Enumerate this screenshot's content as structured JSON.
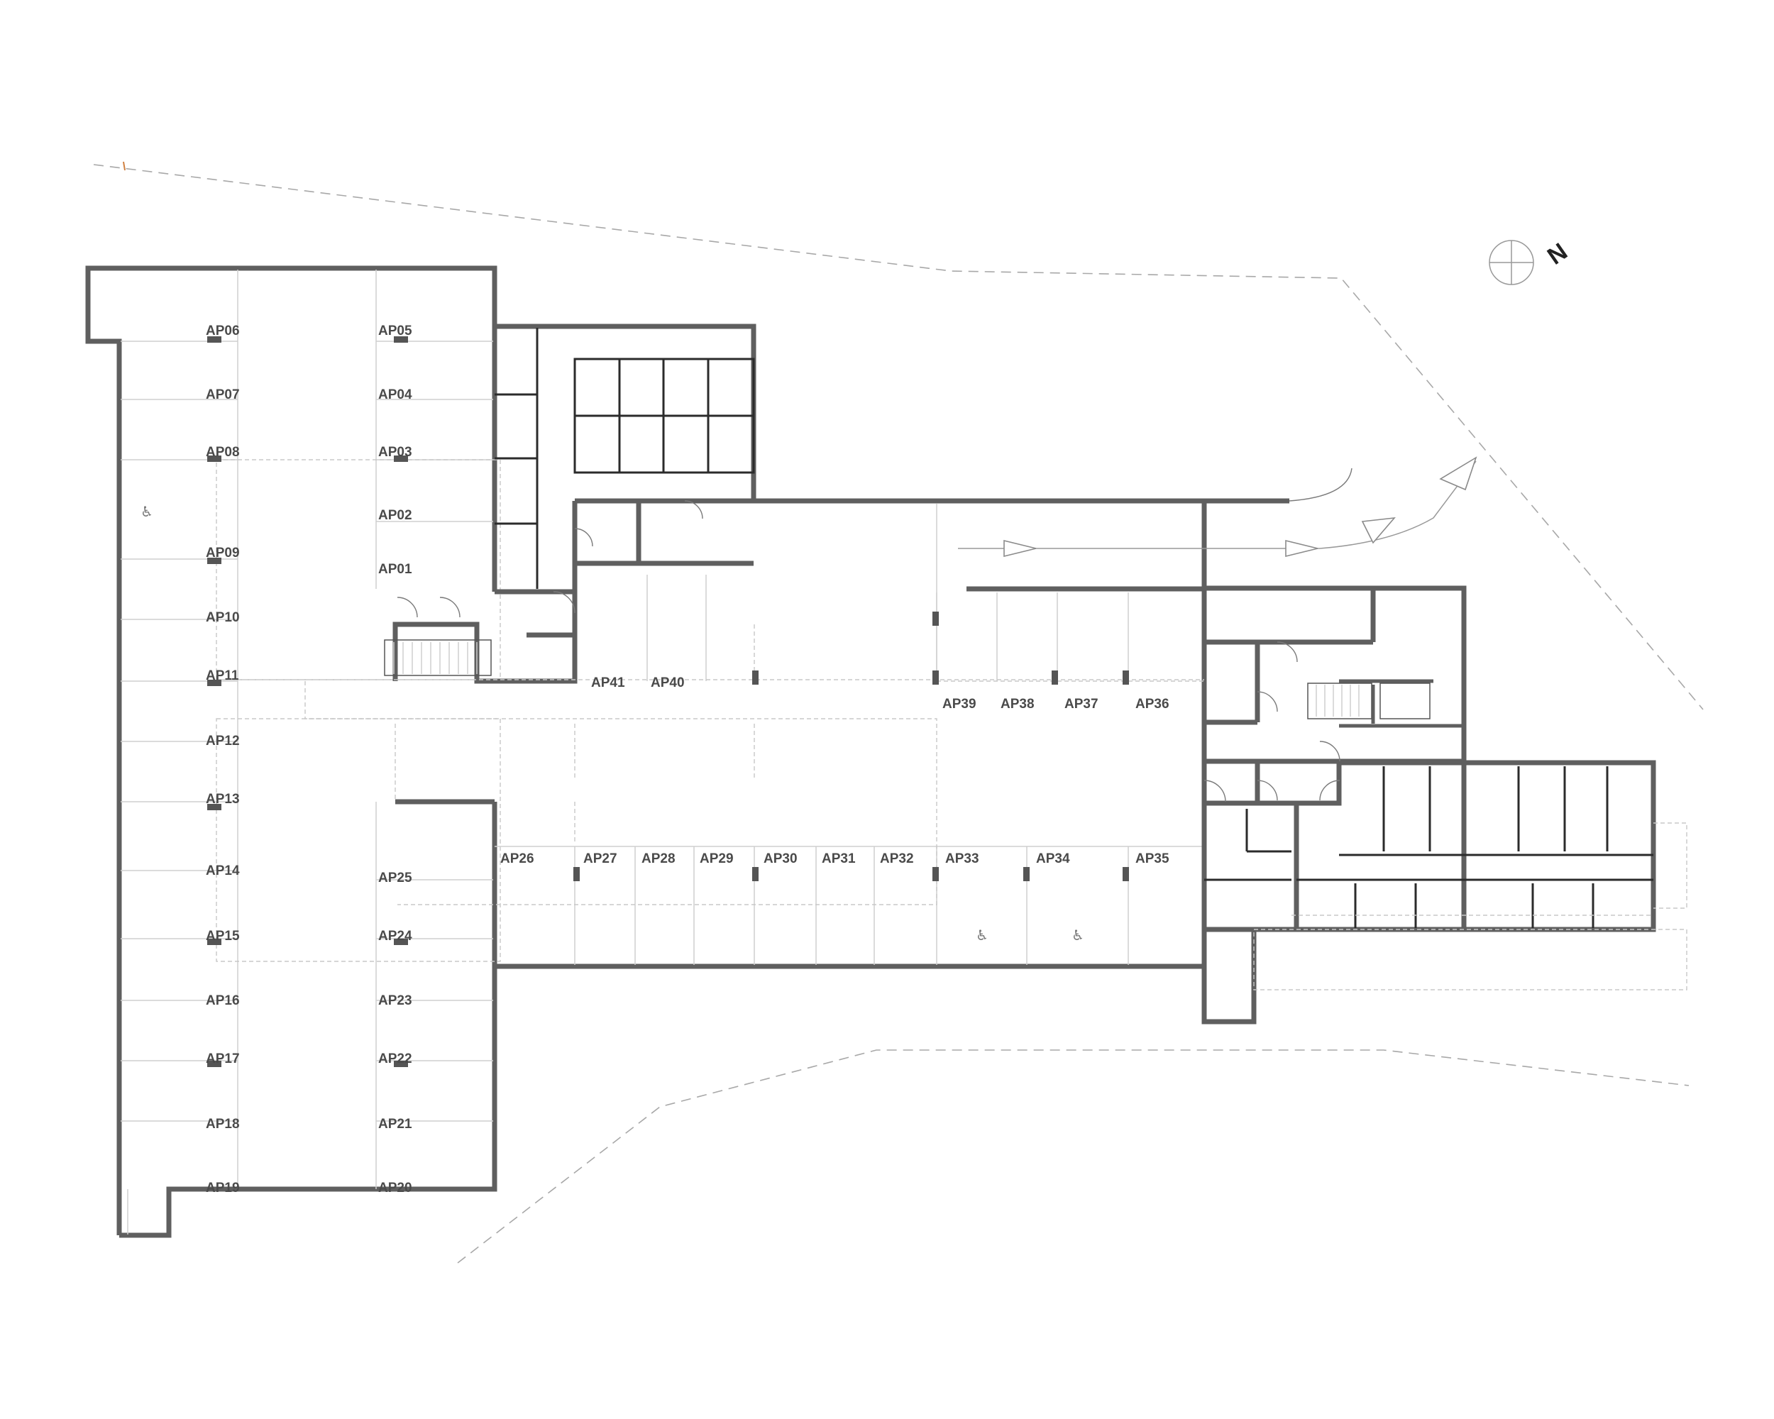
{
  "plan": {
    "north_label": "N",
    "accessible_symbol": "♿",
    "spaces": {
      "AP01": "AP01",
      "AP02": "AP02",
      "AP03": "AP03",
      "AP04": "AP04",
      "AP05": "AP05",
      "AP06": "AP06",
      "AP07": "AP07",
      "AP08": "AP08",
      "AP09": "AP09",
      "AP10": "AP10",
      "AP11": "AP11",
      "AP12": "AP12",
      "AP13": "AP13",
      "AP14": "AP14",
      "AP15": "AP15",
      "AP16": "AP16",
      "AP17": "AP17",
      "AP18": "AP18",
      "AP19": "AP19",
      "AP20": "AP20",
      "AP21": "AP21",
      "AP22": "AP22",
      "AP23": "AP23",
      "AP24": "AP24",
      "AP25": "AP25",
      "AP26": "AP26",
      "AP27": "AP27",
      "AP28": "AP28",
      "AP29": "AP29",
      "AP30": "AP30",
      "AP31": "AP31",
      "AP32": "AP32",
      "AP33": "AP33",
      "AP34": "AP34",
      "AP35": "AP35",
      "AP36": "AP36",
      "AP37": "AP37",
      "AP38": "AP38",
      "AP39": "AP39",
      "AP40": "AP40",
      "AP41": "AP41"
    },
    "colors": {
      "wall": "#5f5f5f",
      "stall_line": "#cfcfcf",
      "property_line": "#a8a8a8",
      "label": "#4a4a4a"
    }
  }
}
